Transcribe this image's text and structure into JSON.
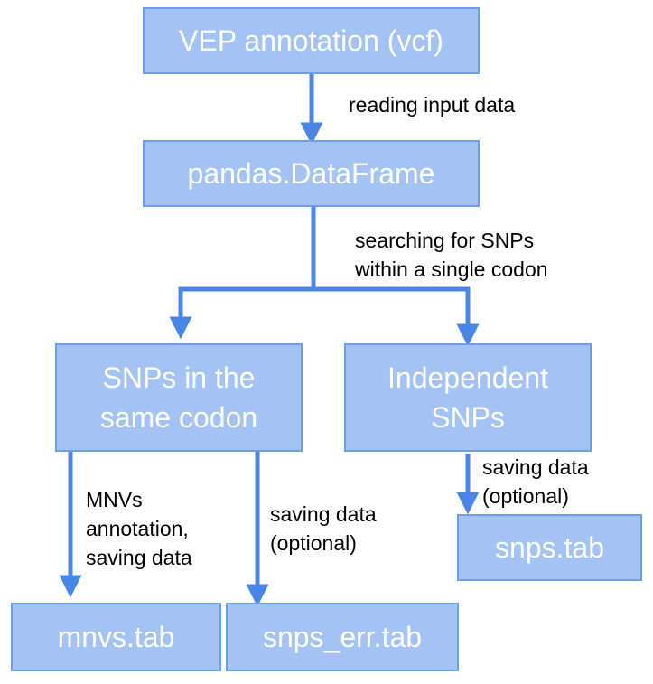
{
  "colors": {
    "box_fill": "#a4c2f4",
    "box_border": "#6d9eeb",
    "box_text": "#ffffff",
    "arrow": "#4a86e8",
    "label_text": "#000000"
  },
  "nodes": {
    "vep": {
      "line1": "VEP annotation (vcf)"
    },
    "dataframe": {
      "line1": "pandas.DataFrame"
    },
    "same_codon": {
      "line1": "SNPs in the",
      "line2": "same codon"
    },
    "independent": {
      "line1": "Independent",
      "line2": "SNPs"
    },
    "mnvs": {
      "line1": "mnvs.tab"
    },
    "snps_err": {
      "line1": "snps_err.tab"
    },
    "snps": {
      "line1": "snps.tab"
    }
  },
  "edges": {
    "reading": {
      "line1": "reading input data"
    },
    "searching": {
      "line1": "searching for SNPs",
      "line2": "within a single codon"
    },
    "mnvs": {
      "line1": "MNVs",
      "line2": "annotation,",
      "line3": "saving data"
    },
    "saving_err": {
      "line1": "saving data",
      "line2": "(optional)"
    },
    "saving_snps": {
      "line1": "saving data",
      "line2": "(optional)"
    }
  }
}
